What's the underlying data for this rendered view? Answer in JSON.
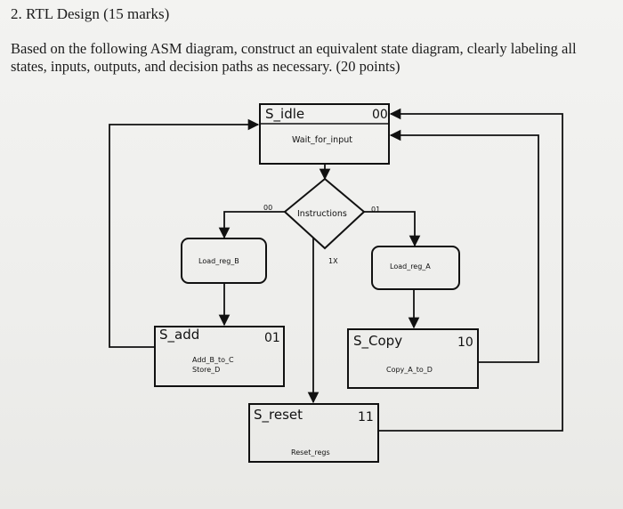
{
  "question": {
    "title": "2. RTL Design (15 marks)",
    "text": "Based on the following ASM diagram, construct an equivalent state diagram, clearly labeling all states, inputs, outputs, and decision paths as necessary. (20 points)"
  },
  "diagram": {
    "s_idle": {
      "name": "S_idle",
      "output": "Wait_for_input",
      "code": "00"
    },
    "decision": {
      "label": "Instructions",
      "paths": {
        "left": "00",
        "right": "01",
        "down": "1X"
      }
    },
    "load_b": {
      "label": "Load_reg_B"
    },
    "load_a": {
      "label": "Load_reg_A"
    },
    "s_add": {
      "name": "S_add",
      "code": "01",
      "outputs": [
        "Add_B_to_C",
        "Store_D"
      ]
    },
    "s_copy": {
      "name": "S_Copy",
      "code": "10",
      "output": "Copy_A_to_D"
    },
    "s_reset": {
      "name": "S_reset",
      "code": "11",
      "output": "Reset_regs"
    }
  }
}
